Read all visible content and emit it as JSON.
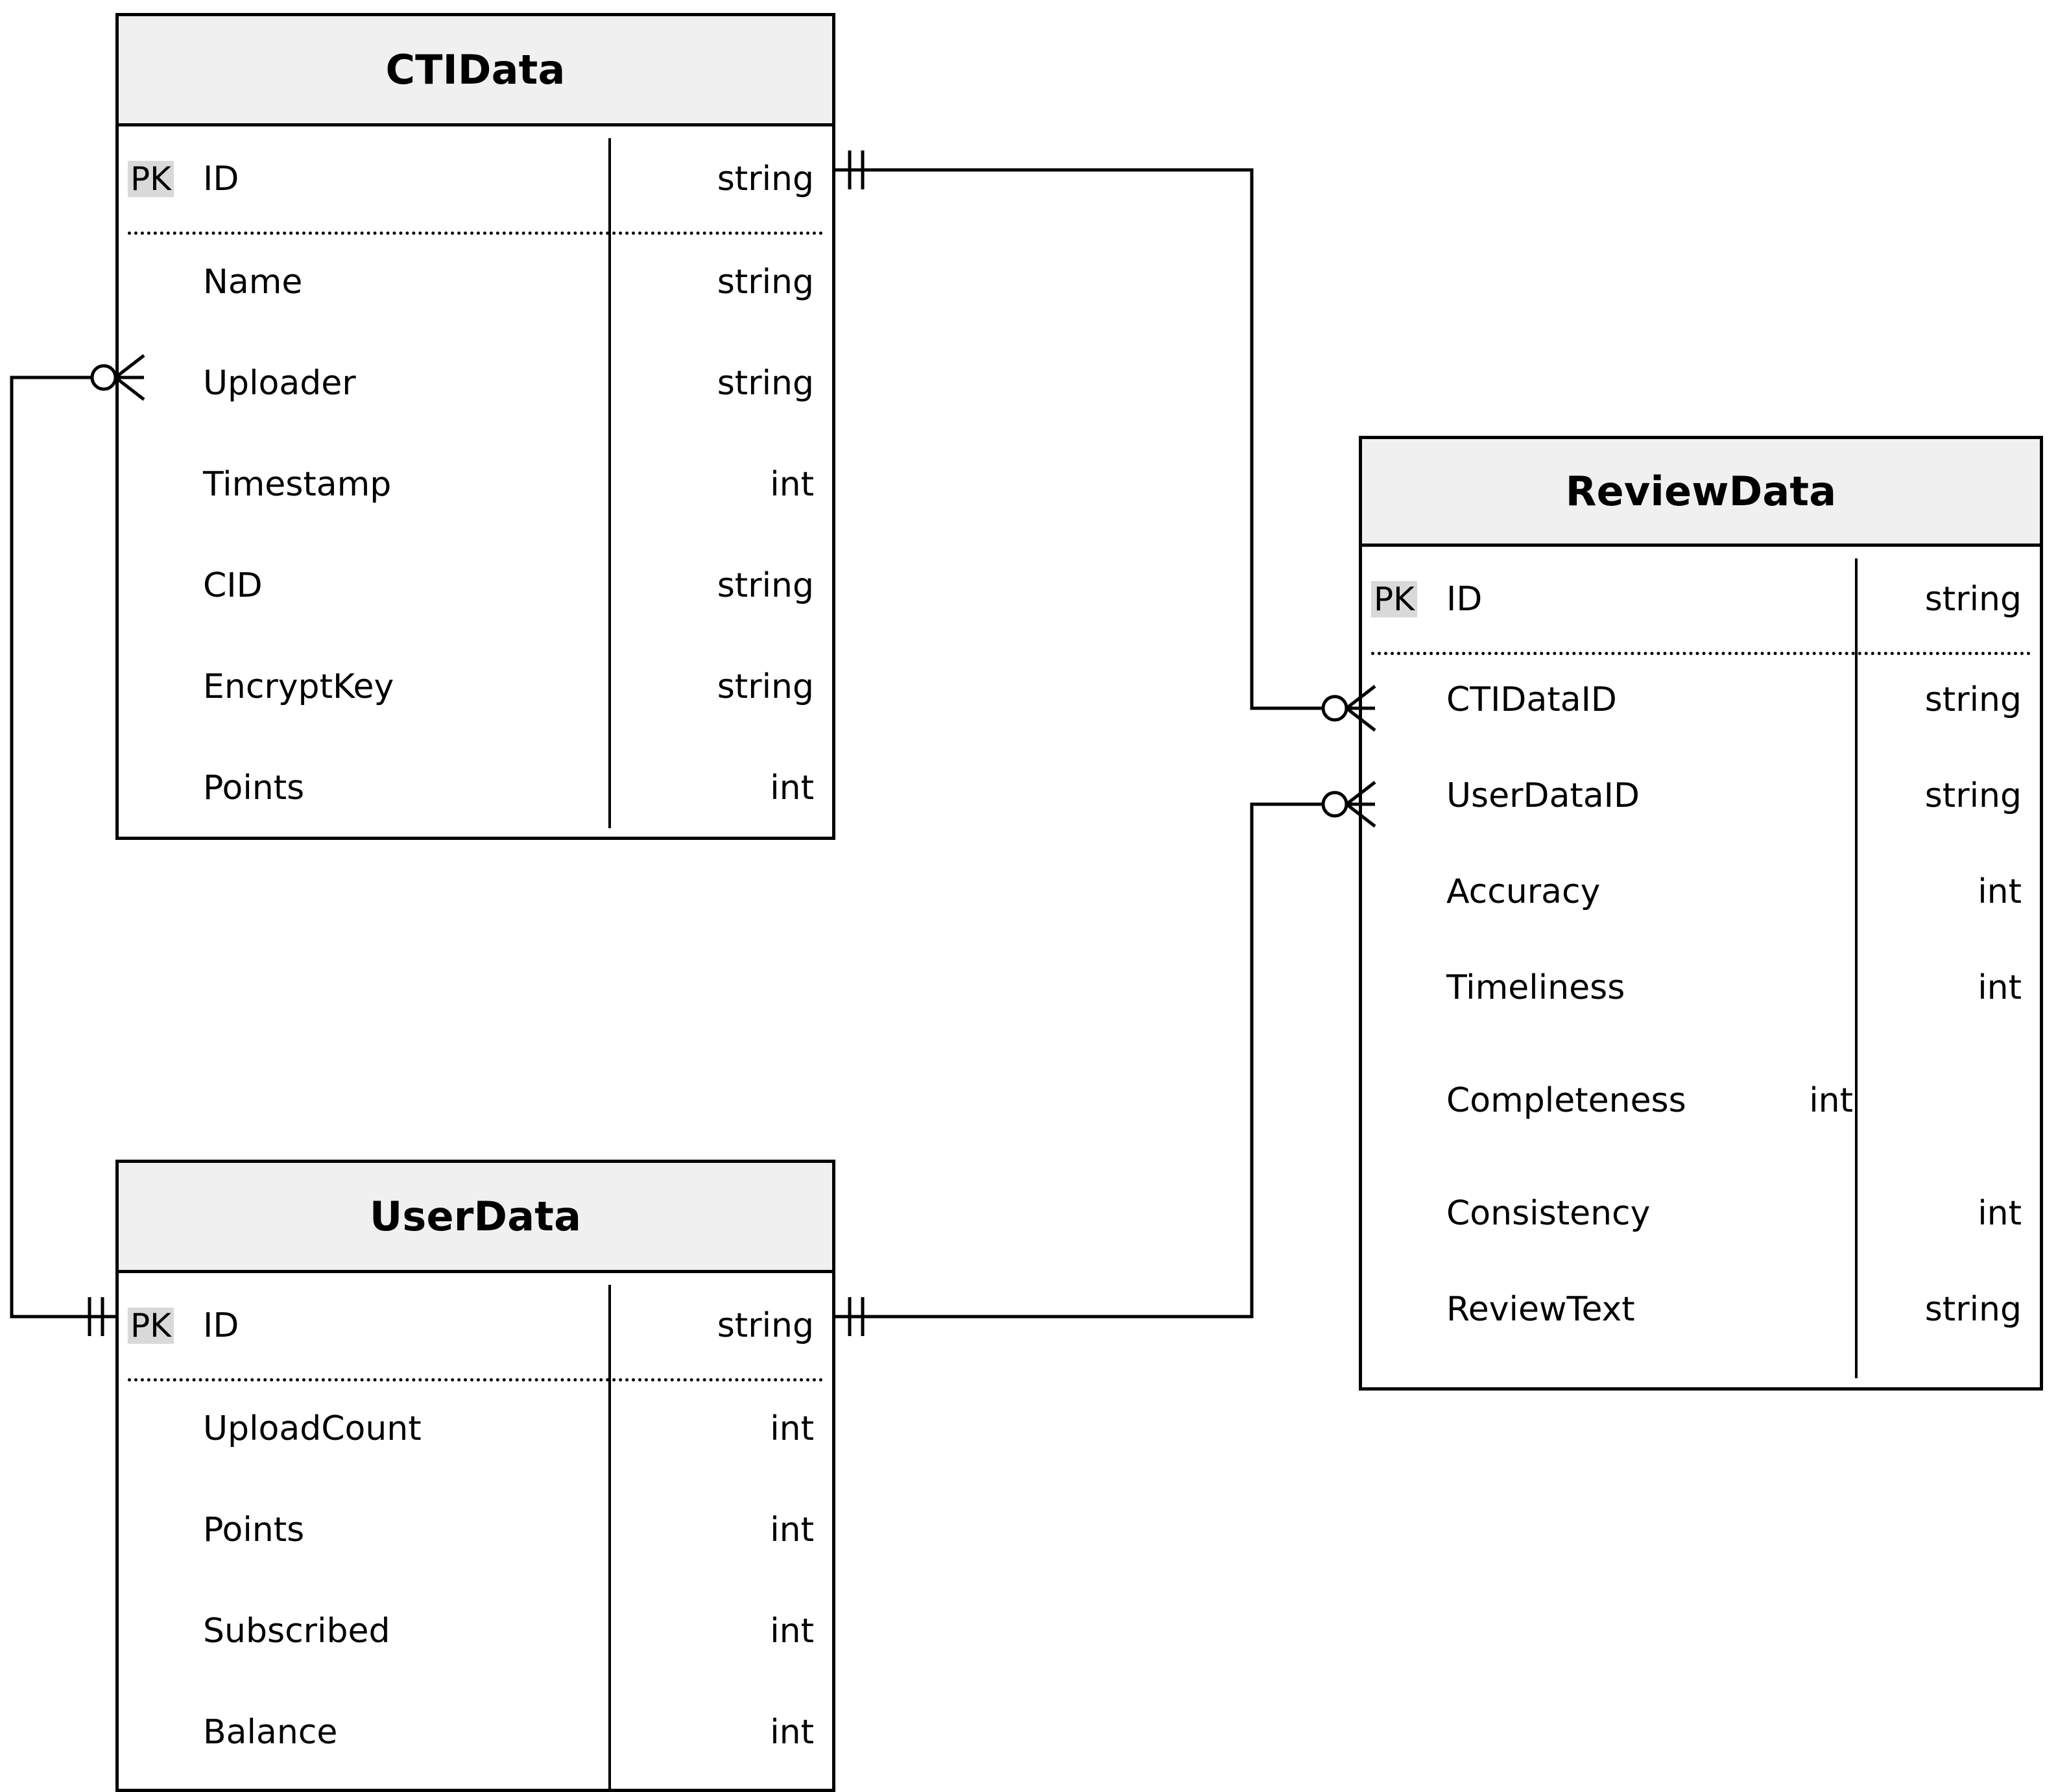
{
  "diagram": {
    "kind": "entity-relationship-diagram",
    "notation": "crows-foot",
    "background_color": "#ffffff",
    "line_color": "#000000",
    "header_fill": "#f0f0f0",
    "pk_badge_fill": "#d9d9d9"
  },
  "entities": [
    {
      "id": "ctidata",
      "title": "CTIData",
      "attributes": [
        {
          "key": "PK",
          "name": "ID",
          "type": "string"
        },
        {
          "key": "",
          "name": "Name",
          "type": "string"
        },
        {
          "key": "",
          "name": "Uploader",
          "type": "string"
        },
        {
          "key": "",
          "name": "Timestamp",
          "type": "int"
        },
        {
          "key": "",
          "name": "CID",
          "type": "string"
        },
        {
          "key": "",
          "name": "EncryptKey",
          "type": "string"
        },
        {
          "key": "",
          "name": "Points",
          "type": "int"
        }
      ]
    },
    {
      "id": "reviewdata",
      "title": "ReviewData",
      "attributes": [
        {
          "key": "PK",
          "name": "ID",
          "type": "string"
        },
        {
          "key": "",
          "name": "CTIDataID",
          "type": "string"
        },
        {
          "key": "",
          "name": "UserDataID",
          "type": "string"
        },
        {
          "key": "",
          "name": "Accuracy",
          "type": "int"
        },
        {
          "key": "",
          "name": "Timeliness",
          "type": "int"
        },
        {
          "key": "",
          "name": "Completeness",
          "type": "int"
        },
        {
          "key": "",
          "name": "Consistency",
          "type": "int"
        },
        {
          "key": "",
          "name": "ReviewText",
          "type": "string"
        }
      ]
    },
    {
      "id": "userdata",
      "title": "UserData",
      "attributes": [
        {
          "key": "PK",
          "name": "ID",
          "type": "string"
        },
        {
          "key": "",
          "name": "UploadCount",
          "type": "int"
        },
        {
          "key": "",
          "name": "Points",
          "type": "int"
        },
        {
          "key": "",
          "name": "Subscribed",
          "type": "int"
        },
        {
          "key": "",
          "name": "Balance",
          "type": "int"
        }
      ]
    }
  ],
  "relationships": [
    {
      "id": "ctidata-reviewdata",
      "from_entity": "CTIData",
      "from_attribute": "ID",
      "from_cardinality": "one",
      "to_entity": "ReviewData",
      "to_attribute": "CTIDataID",
      "to_cardinality": "zero-or-many"
    },
    {
      "id": "userdata-reviewdata",
      "from_entity": "UserData",
      "from_attribute": "ID",
      "from_cardinality": "one",
      "to_entity": "ReviewData",
      "to_attribute": "UserDataID",
      "to_cardinality": "zero-or-many"
    },
    {
      "id": "userdata-ctidata",
      "from_entity": "UserData",
      "from_attribute": "ID",
      "from_cardinality": "one",
      "to_entity": "CTIData",
      "to_attribute": "Uploader",
      "to_cardinality": "zero-or-many"
    }
  ]
}
